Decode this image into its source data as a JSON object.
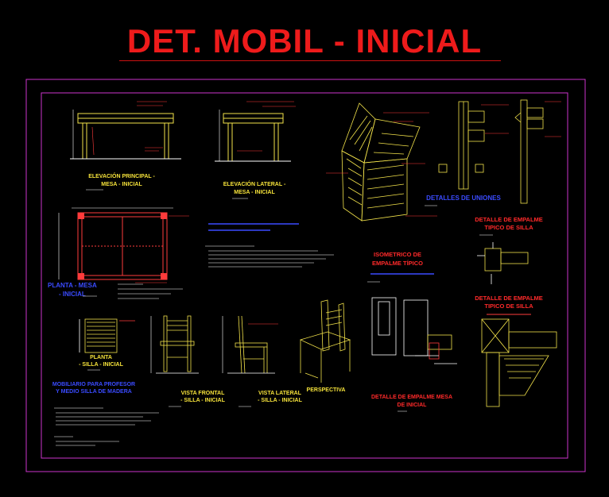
{
  "title": "DET. MOBIL - INICIAL",
  "labels": {
    "elev_principal_1": "ELEVACIÓN PRINCIPAL -",
    "elev_principal_2": "MESA - INICIAL",
    "elev_lateral_1": "ELEVACIÓN LATERAL -",
    "elev_lateral_2": "MESA - INICIAL",
    "detalles_uniones": "DETALLES DE UNIONES",
    "detalle_empalme_silla_1a": "DETALLE DE EMPALME",
    "detalle_empalme_silla_1b": "TIPICO DE SILLA",
    "isometrico_1": "ISOMETRICO DE",
    "isometrico_2": "EMPALME TÍPICO",
    "planta_mesa_1": "PLANTA - MESA",
    "planta_mesa_2": "- INICIAL",
    "detalle_empalme_silla_2a": "DETALLE DE EMPALME",
    "detalle_empalme_silla_2b": "TIPICO DE SILLA",
    "planta_silla_1": "PLANTA",
    "planta_silla_2": "- SILLA - INICIAL",
    "mobiliario_1": "MOBILIARIO PARA PROFESOR",
    "mobiliario_2": "Y MEDIO SILLA DE MADERA",
    "vista_frontal_1": "VISTA FRONTAL",
    "vista_frontal_2": "- SILLA - INICIAL",
    "vista_lateral_1": "VISTA LATERAL",
    "vista_lateral_2": "- SILLA - INICIAL",
    "perspectiva": "PERSPECTIVA",
    "detalle_empalme_mesa_1": "DETALLE DE EMPALME MESA",
    "detalle_empalme_mesa_2": "DE INICIAL"
  },
  "colors": {
    "background": "#000000",
    "title": "#ee1b1b",
    "frame_outer": "#cc33cc",
    "frame_inner": "#cc33cc",
    "wood": "#f2e24a",
    "dimension": "#ffffff",
    "annotation": "#ff3b3b",
    "heading_yellow": "#f5e23a",
    "heading_red": "#ff2a2a",
    "heading_blue": "#3a4bff"
  }
}
